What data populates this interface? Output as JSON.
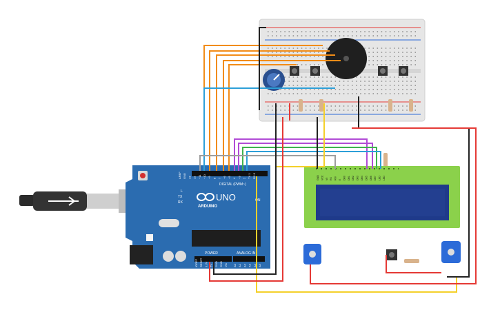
{
  "arduino": {
    "brand": "ARDUINO",
    "model": "UNO",
    "digital_label": "DIGITAL (PWM~)",
    "power_label": "POWER",
    "analog_label": "ANALOG IN",
    "tx_label": "TX",
    "rx_label": "RX",
    "l_label": "L",
    "on_label": "ON",
    "digital_pins": [
      "AREF",
      "GND",
      "13",
      "12",
      "~11",
      "~10",
      "~9",
      "8",
      "7",
      "~6",
      "~5",
      "4",
      "~3",
      "2",
      "TX 1",
      "RX 0"
    ],
    "power_pins": [
      "IOREF",
      "RESET",
      "3.3V",
      "5V",
      "GND",
      "GND",
      "Vin"
    ],
    "analog_pins": [
      "A0",
      "A1",
      "A2",
      "A3",
      "A4",
      "A5"
    ]
  },
  "lcd": {
    "pin_labels": [
      "GND",
      "VCC",
      "V0",
      "RS",
      "RW",
      "E",
      "DB0",
      "DB1",
      "DB2",
      "DB3",
      "DB4",
      "DB5",
      "DB6",
      "DB7",
      "LED",
      "LED"
    ]
  },
  "colors": {
    "board": "#2b6cb0",
    "breadboard": "#e6e6e6",
    "lcd_frame": "#8bd14b",
    "lcd_screen": "#1f3a8a",
    "wire_red": "#e53935",
    "wire_black": "#222222",
    "wire_orange": "#f28c18",
    "wire_yellow": "#f4d02a",
    "wire_purple": "#b14bd6",
    "wire_green": "#3fb34f",
    "wire_blue": "#2c9fd8",
    "wire_gray": "#9e9e9e"
  },
  "icons": [
    "usb-cable-icon",
    "buzzer-icon",
    "potentiometer-icon",
    "pushbutton-icon",
    "resistor-icon",
    "rgb-led-icon",
    "arduino-logo-icon"
  ]
}
